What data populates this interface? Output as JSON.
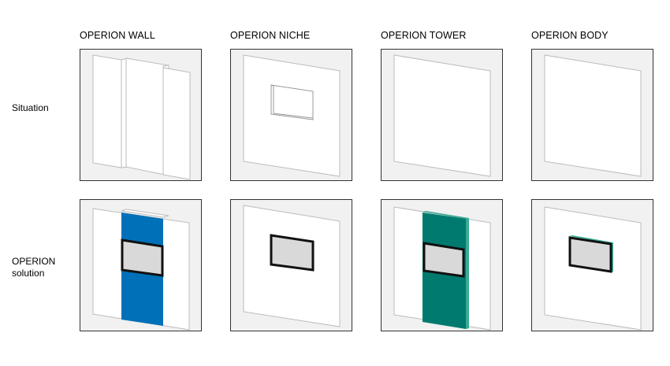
{
  "columns": [
    "OPERION WALL",
    "OPERION NICHE",
    "OPERION TOWER",
    "OPERION BODY"
  ],
  "rows": [
    "Situation",
    "OPERION solution"
  ],
  "colors": {
    "wall_accent": "#0070b8",
    "tower_accent": "#007a6e",
    "tower_side": "#3aaa96",
    "window_fill": "#d9d9d9",
    "panel_bg": "#f1f1f1"
  }
}
